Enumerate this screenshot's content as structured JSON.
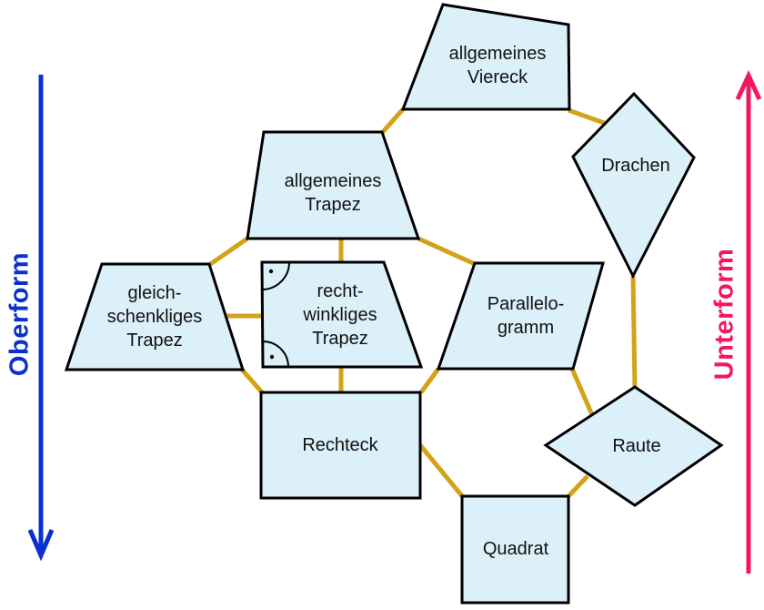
{
  "diagram": {
    "description_labels": {
      "left_arrow": "Oberform",
      "right_arrow": "Unterform"
    },
    "nodes": [
      {
        "id": "allgemeines-viereck",
        "label": "allgemeines\nViereck",
        "shape": "irregular-quadrilateral"
      },
      {
        "id": "drachen",
        "label": "Drachen",
        "shape": "kite"
      },
      {
        "id": "allgemeines-trapez",
        "label": "allgemeines\nTrapez",
        "shape": "trapezoid"
      },
      {
        "id": "gleichschenkliges-trapez",
        "label": "gleich-\nschenkliges\nTrapez",
        "shape": "isosceles-trapezoid"
      },
      {
        "id": "rechtwinkliges-trapez",
        "label": "recht-\nwinkliges\nTrapez",
        "shape": "right-trapezoid-with-right-angle-marks"
      },
      {
        "id": "parallelogramm",
        "label": "Parallelo-\ngramm",
        "shape": "parallelogram"
      },
      {
        "id": "rechteck",
        "label": "Rechteck",
        "shape": "rectangle"
      },
      {
        "id": "raute",
        "label": "Raute",
        "shape": "rhombus"
      },
      {
        "id": "quadrat",
        "label": "Quadrat",
        "shape": "square"
      }
    ],
    "edges": [
      {
        "from": "allgemeines-viereck",
        "to": "allgemeines-trapez"
      },
      {
        "from": "allgemeines-viereck",
        "to": "drachen"
      },
      {
        "from": "allgemeines-trapez",
        "to": "gleichschenkliges-trapez"
      },
      {
        "from": "allgemeines-trapez",
        "to": "rechtwinkliges-trapez"
      },
      {
        "from": "allgemeines-trapez",
        "to": "parallelogramm"
      },
      {
        "from": "gleichschenkliges-trapez",
        "to": "rechtwinkliges-trapez"
      },
      {
        "from": "gleichschenkliges-trapez",
        "to": "rechteck"
      },
      {
        "from": "rechtwinkliges-trapez",
        "to": "rechteck"
      },
      {
        "from": "parallelogramm",
        "to": "rechteck"
      },
      {
        "from": "parallelogramm",
        "to": "raute"
      },
      {
        "from": "drachen",
        "to": "raute"
      },
      {
        "from": "rechteck",
        "to": "quadrat"
      },
      {
        "from": "raute",
        "to": "quadrat"
      }
    ],
    "left_arrow": {
      "label": "Oberform",
      "direction": "down",
      "color": "#0b2fd1"
    },
    "right_arrow": {
      "label": "Unterform",
      "direction": "up",
      "color": "#f1185f"
    },
    "colors": {
      "node_fill": "#dcf0f9",
      "node_border": "#000000",
      "connector": "#d4a21a",
      "oberform_blue": "#0b2fd1",
      "unterform_pink": "#f1185f"
    }
  }
}
